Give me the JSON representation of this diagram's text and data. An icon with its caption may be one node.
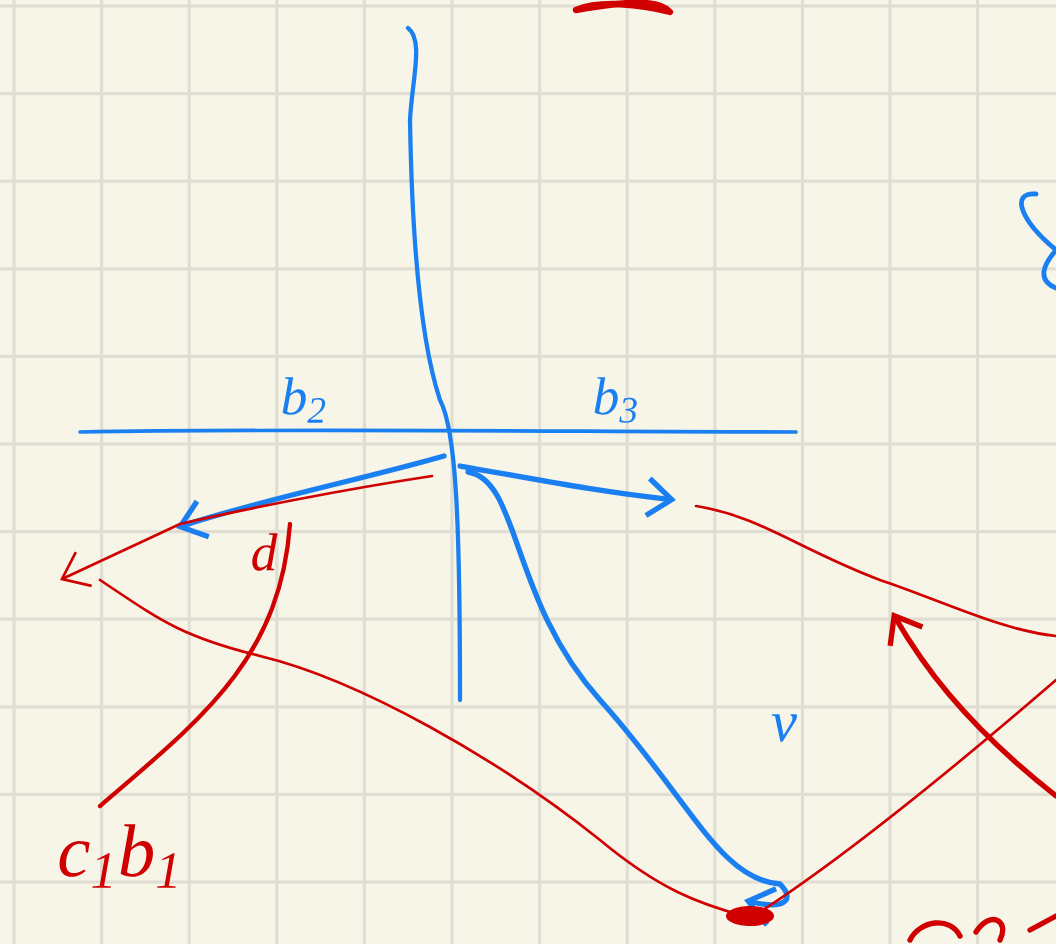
{
  "diagram": {
    "labels": [
      "b$_{2}$",
      "b$_{3}$",
      "d",
      "v",
      "c$_{1}$b$_{1}$"
    ]
  }
}
